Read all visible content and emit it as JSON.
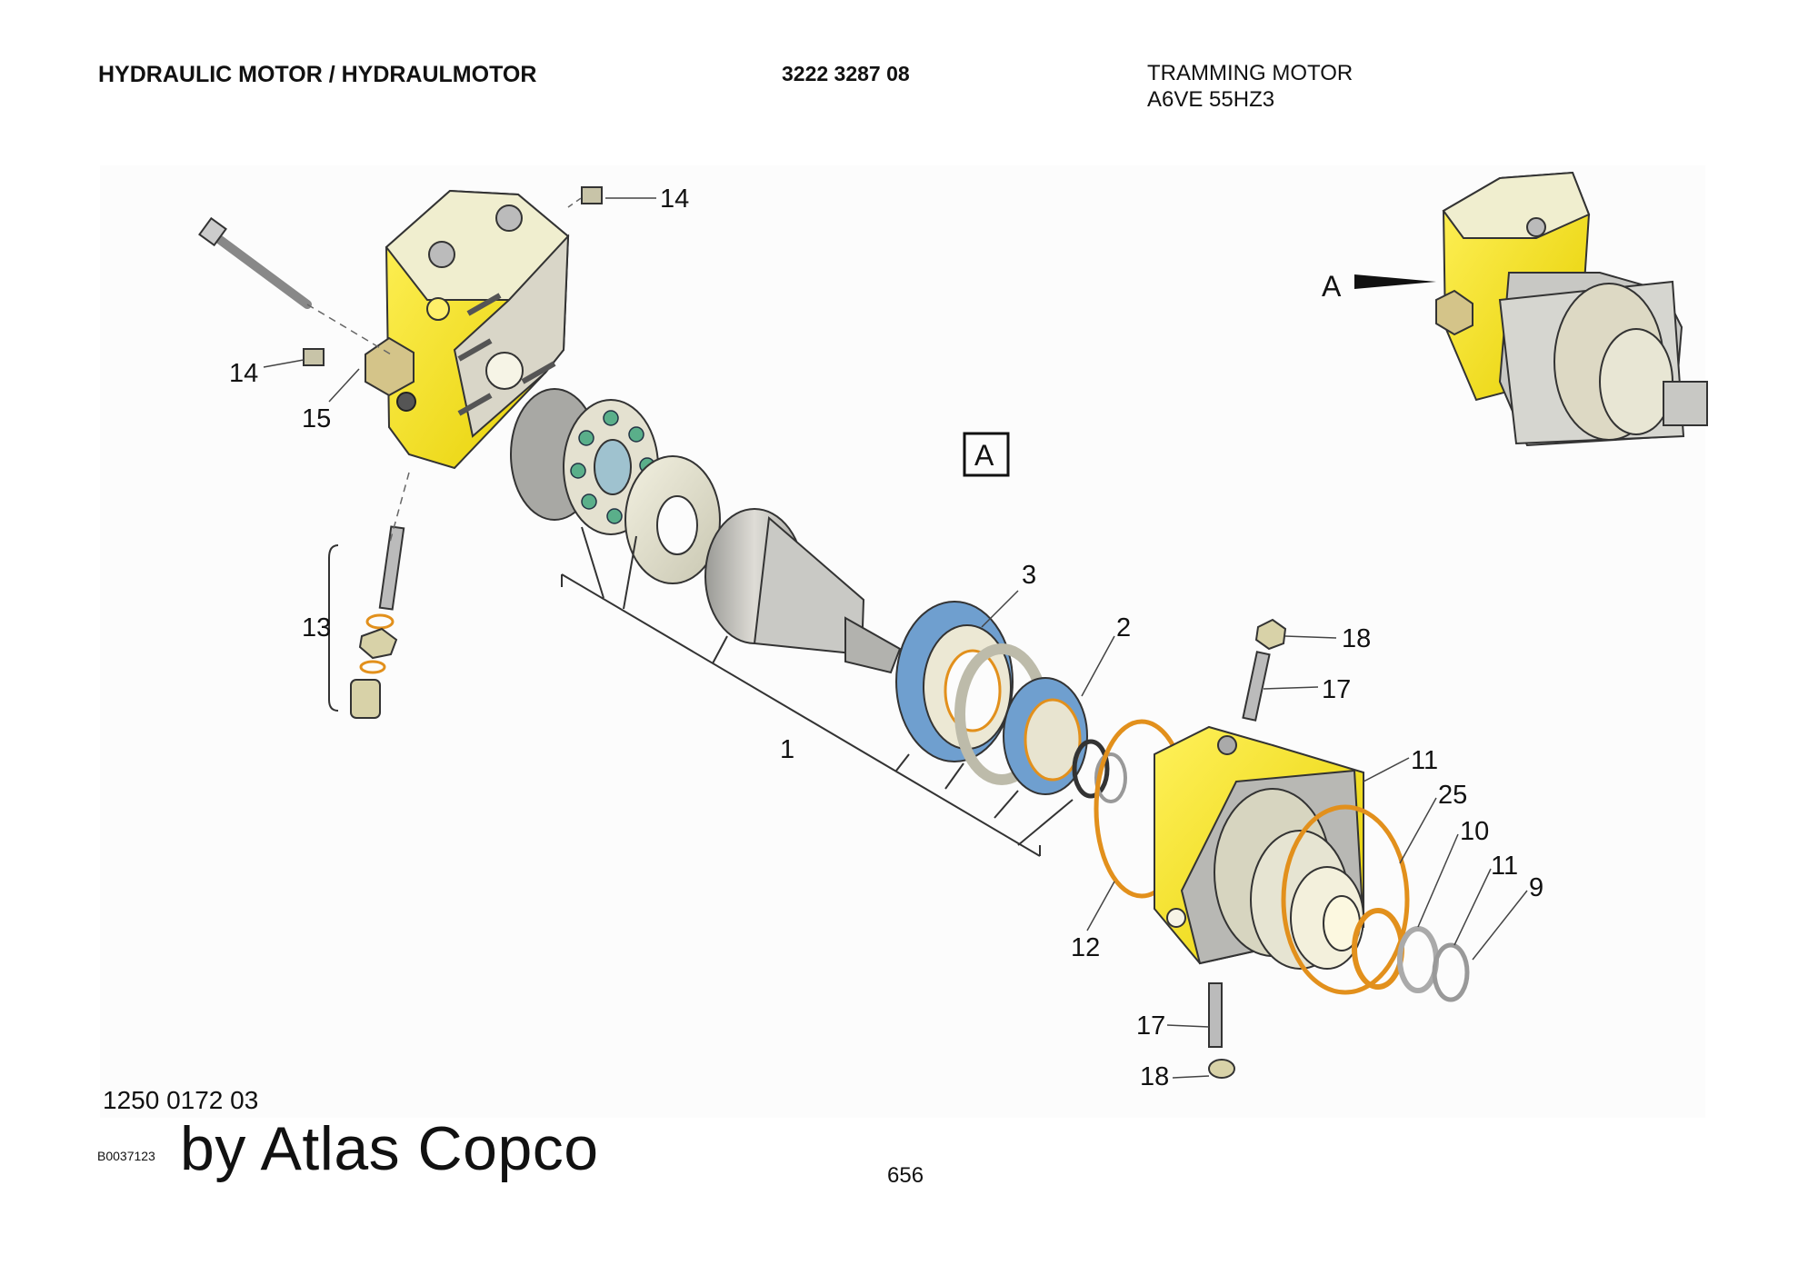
{
  "header": {
    "title": "HYDRAULIC MOTOR / HYDRAULMOTOR",
    "part_number": "3222 3287 08",
    "description_line1": "TRAMMING MOTOR",
    "description_line2": "A6VE 55HZ3"
  },
  "diagram": {
    "view_marker": "A",
    "view_arrow_label": "A",
    "callouts": {
      "c14a": "14",
      "c14b": "14",
      "c15": "15",
      "c13": "13",
      "c1": "1",
      "c3": "3",
      "c2": "2",
      "c18a": "18",
      "c17a": "17",
      "c11a": "11",
      "c25": "25",
      "c10": "10",
      "c11b": "11",
      "c9": "9",
      "c12": "12",
      "c17b": "17",
      "c18b": "18"
    }
  },
  "footer": {
    "drawing_ref": "1250 0172 03",
    "image_code": "B0037123",
    "brand": "by Atlas Copco",
    "page_number": "656"
  },
  "colors": {
    "housing_yellow": "#f4e400",
    "bearing_blue": "#6f9fcf",
    "seal_orange": "#e2901c",
    "part_grey": "#c8c8c4",
    "part_cream": "#e6e4d2"
  }
}
